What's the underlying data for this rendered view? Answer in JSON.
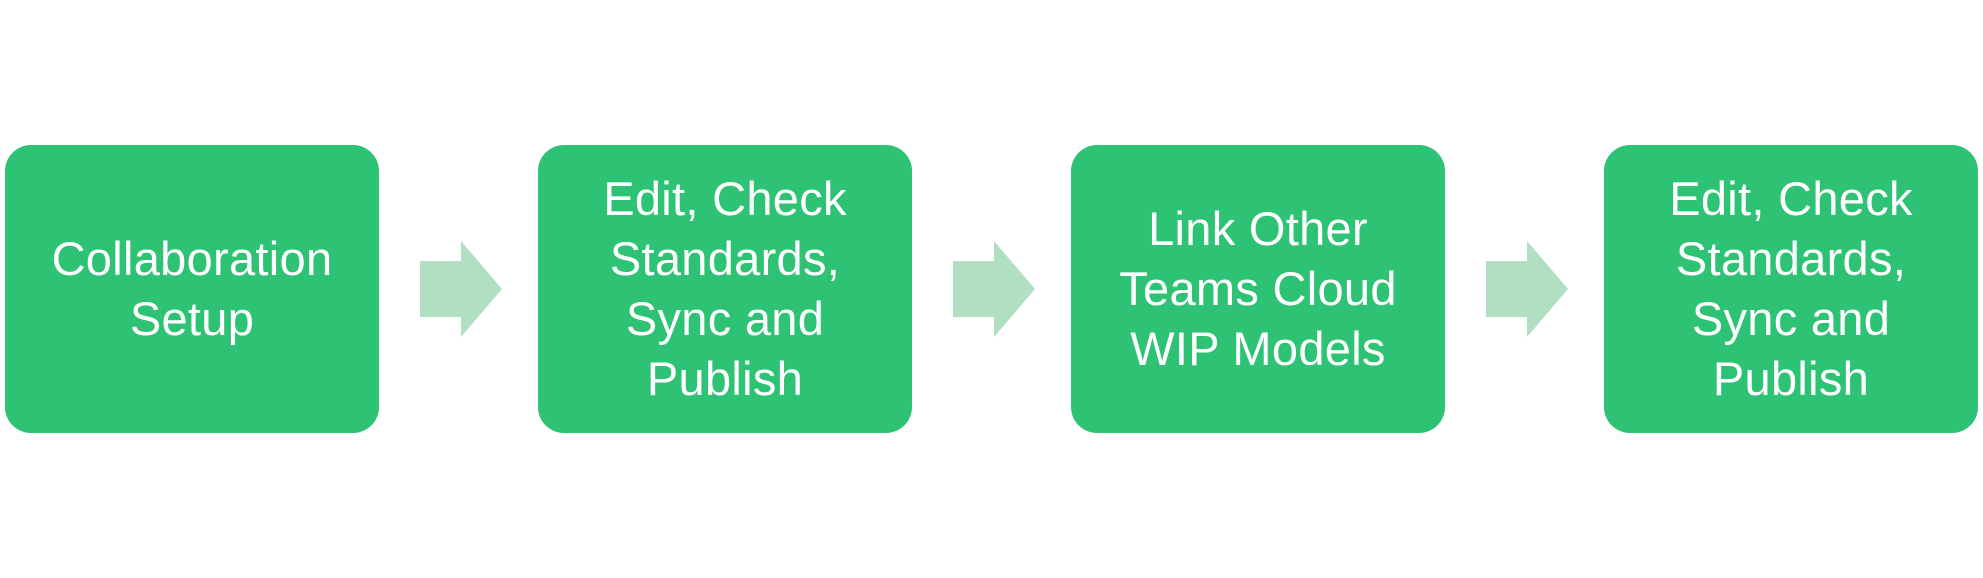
{
  "diagram": {
    "steps": [
      {
        "lines": [
          "Collaboration",
          "Setup"
        ]
      },
      {
        "lines": [
          "Edit, Check",
          "Standards,",
          "Sync and",
          "Publish"
        ]
      },
      {
        "lines": [
          "Link Other",
          "Teams Cloud",
          "WIP Models"
        ]
      },
      {
        "lines": [
          "Edit, Check",
          "Standards,",
          "Sync and",
          "Publish"
        ]
      }
    ],
    "arrows": [
      {
        "icon": "right-arrow-icon"
      },
      {
        "icon": "right-arrow-icon"
      },
      {
        "icon": "right-arrow-icon"
      }
    ],
    "colors": {
      "step_fill": "#2ec275",
      "step_text": "#ffffff",
      "arrow_fill": "#b0dfc1"
    }
  }
}
